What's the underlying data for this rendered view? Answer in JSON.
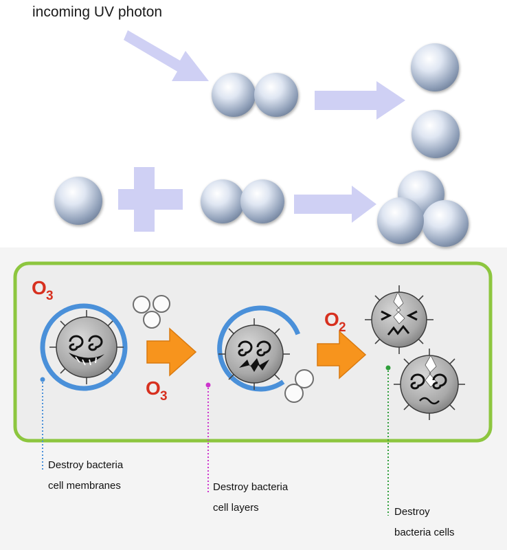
{
  "labels": {
    "incoming_photon": "incoming UV photon"
  },
  "molecules": {
    "o3_top": {
      "main": "O",
      "sub": "3"
    },
    "o3_mid": {
      "main": "O",
      "sub": "3"
    },
    "o2": {
      "main": "O",
      "sub": "2"
    }
  },
  "captions": {
    "stage1": {
      "line1": "Destroy bacteria",
      "line2": "cell membranes"
    },
    "stage2": {
      "line1": "Destroy bacteria",
      "line2": "cell layers"
    },
    "stage3": {
      "line1": "Destroy",
      "line2": "bacteria cells"
    }
  },
  "colors": {
    "arrow_lavender": "#cfd0f4",
    "panel_border": "#8dc63f",
    "membrane_blue": "#4a90d9",
    "orange_arrow": "#f7941d",
    "ozone_red": "#d7301f",
    "stage1_line": "#4a90d9",
    "stage2_line": "#cc33cc",
    "stage3_line": "#2e9e3a"
  }
}
